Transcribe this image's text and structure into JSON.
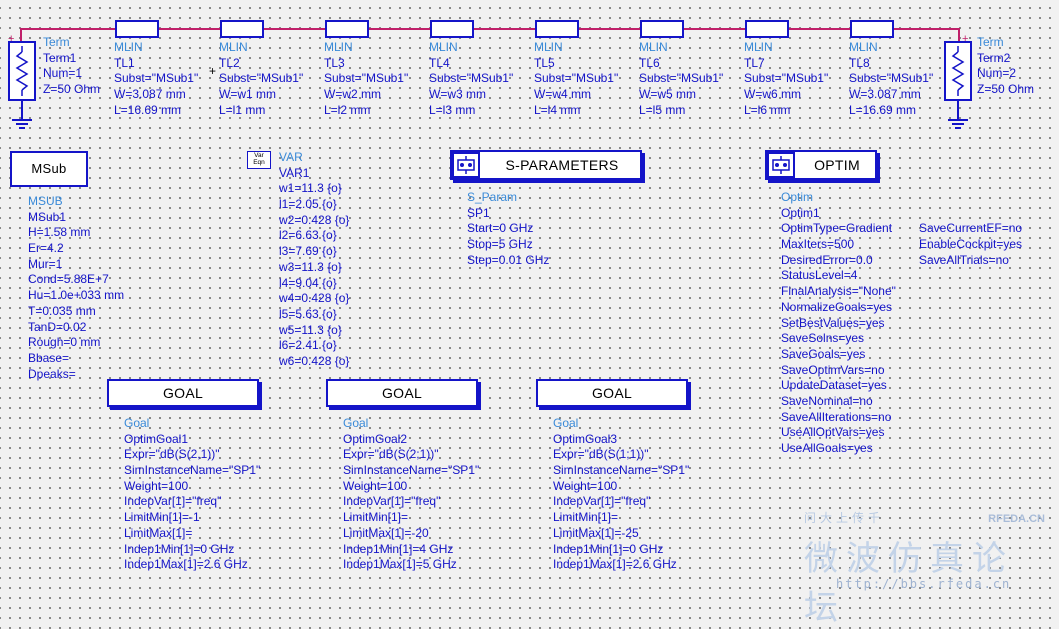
{
  "wire_color": "#c0206a",
  "component_color": "#1414c8",
  "term1": {
    "head": "Term",
    "name": "Term1",
    "num": "Num=1",
    "z": "Z=50 Ohm"
  },
  "term2": {
    "head": "Term",
    "name": "Term2",
    "num": "Num=2",
    "z": "Z=50 Ohm"
  },
  "lines": [
    {
      "type": "MLIN",
      "name": "TL1",
      "subst": "Subst=\"MSub1\"",
      "w": "W=3.087 mm",
      "l": "L=16.69 mm"
    },
    {
      "type": "MLIN",
      "name": "TL2",
      "subst": "Subst=\"MSub1\"",
      "w": "W=w1 mm",
      "l": "L=l1 mm"
    },
    {
      "type": "MLIN",
      "name": "TL3",
      "subst": "Subst=\"MSub1\"",
      "w": "W=w2 mm",
      "l": "L=l2 mm"
    },
    {
      "type": "MLIN",
      "name": "TL4",
      "subst": "Subst=\"MSub1\"",
      "w": "W=w3 mm",
      "l": "L=l3 mm"
    },
    {
      "type": "MLIN",
      "name": "TL5",
      "subst": "Subst=\"MSub1\"",
      "w": "W=w4 mm",
      "l": "L=l4 mm"
    },
    {
      "type": "MLIN",
      "name": "TL6",
      "subst": "Subst=\"MSub1\"",
      "w": "W=w5 mm",
      "l": "L=l5 mm"
    },
    {
      "type": "MLIN",
      "name": "TL7",
      "subst": "Subst=\"MSub1\"",
      "w": "W=w6 mm",
      "l": "L=l6 mm"
    },
    {
      "type": "MLIN",
      "name": "TL8",
      "subst": "Subst=\"MSub1\"",
      "w": "W=3.087 mm",
      "l": "L=16.69 mm"
    }
  ],
  "msub": {
    "box_label": "MSub",
    "head": "MSUB",
    "props": [
      "MSub1",
      "H=1.58 mm",
      "Er=4.2",
      "Mur=1",
      "Cond=5.88E+7",
      "Hu=1.0e+033 mm",
      "T=0.035 mm",
      "TanD=0.02",
      "Rough=0 mm",
      "Bbase=",
      "Dpeaks="
    ]
  },
  "var": {
    "icon_top": "Var",
    "icon_bottom": "Eqn",
    "head": "VAR",
    "props": [
      "VAR1",
      "w1=11.3 {o}",
      "l1=2.05 {o}",
      "w2=0.428 {o}",
      "l2=6.63 {o}",
      "l3=7.69 {o}",
      "w3=11.3 {o}",
      "l4=9.04 {o}",
      "w4=0.428 {o}",
      "l5=5.63 {o}",
      "w5=11.3 {o}",
      "l6=2.41 {o}",
      "w6=0.428 {o}"
    ]
  },
  "sparams": {
    "box_label": "S-PARAMETERS",
    "head": "S_Param",
    "props": [
      "SP1",
      "Start=0 GHz",
      "Stop=5 GHz",
      "Step=0.01 GHz"
    ]
  },
  "optim": {
    "box_label": "OPTIM",
    "head": "Optim",
    "props": [
      "Optim1",
      "OptimType=Gradient",
      "MaxIters=500",
      "DesiredError=0.0",
      "StatusLevel=4",
      "FinalAnalysis=\"None\"",
      "NormalizeGoals=yes",
      "SetBestValues=yes",
      "SaveSolns=yes",
      "SaveGoals=yes",
      "SaveOptimVars=no",
      "UpdateDataset=yes",
      "SaveNominal=no",
      "SaveAllIterations=no",
      "UseAllOptVars=yes",
      "UseAllGoals=yes"
    ],
    "props2": [
      "SaveCurrentEF=no",
      "EnableCockpit=yes",
      "SaveAllTrials=no"
    ]
  },
  "goals": [
    {
      "box_label": "GOAL",
      "head": "Goal",
      "props": [
        "OptimGoal1",
        "Expr=\"dB(S(2,1))\"",
        "SimInstanceName=\"SP1\"",
        "Weight=100",
        "IndepVar[1]=\"freq\"",
        "LimitMin[1]=-1",
        "LimitMax[1]=",
        "Indep1Min[1]=0 GHz",
        "Indep1Max[1]=2.6 GHz"
      ]
    },
    {
      "box_label": "GOAL",
      "head": "Goal",
      "props": [
        "OptimGoal2",
        "Expr=\"dB(S(2;1))\"",
        "SimInstanceName=\"SP1\"",
        "Weight=100",
        "IndepVar[1]=\"freq\"",
        "LimitMin[1]=",
        "LimitMax[1]=-20",
        "Indep1Min[1]=4 GHz",
        "Indep1Max[1]=5 GHz"
      ]
    },
    {
      "box_label": "GOAL",
      "head": "Goal",
      "props": [
        "OptimGoal3",
        "Expr=\"dB(S(1;1))\"",
        "SimInstanceName=\"SP1\"",
        "Weight=100",
        "IndepVar[1]=\"freq\"",
        "LimitMin[1]=",
        "LimitMax[1]=-25",
        "Indep1Min[1]=0 GHz",
        "Indep1Max[1]=2.6 GHz"
      ]
    }
  ],
  "watermark": {
    "line1": "问大上传千",
    "brand": "RFEDA.CN",
    "line2": "微波仿真论坛",
    "url": "http://bbs.rfeda.cn"
  }
}
